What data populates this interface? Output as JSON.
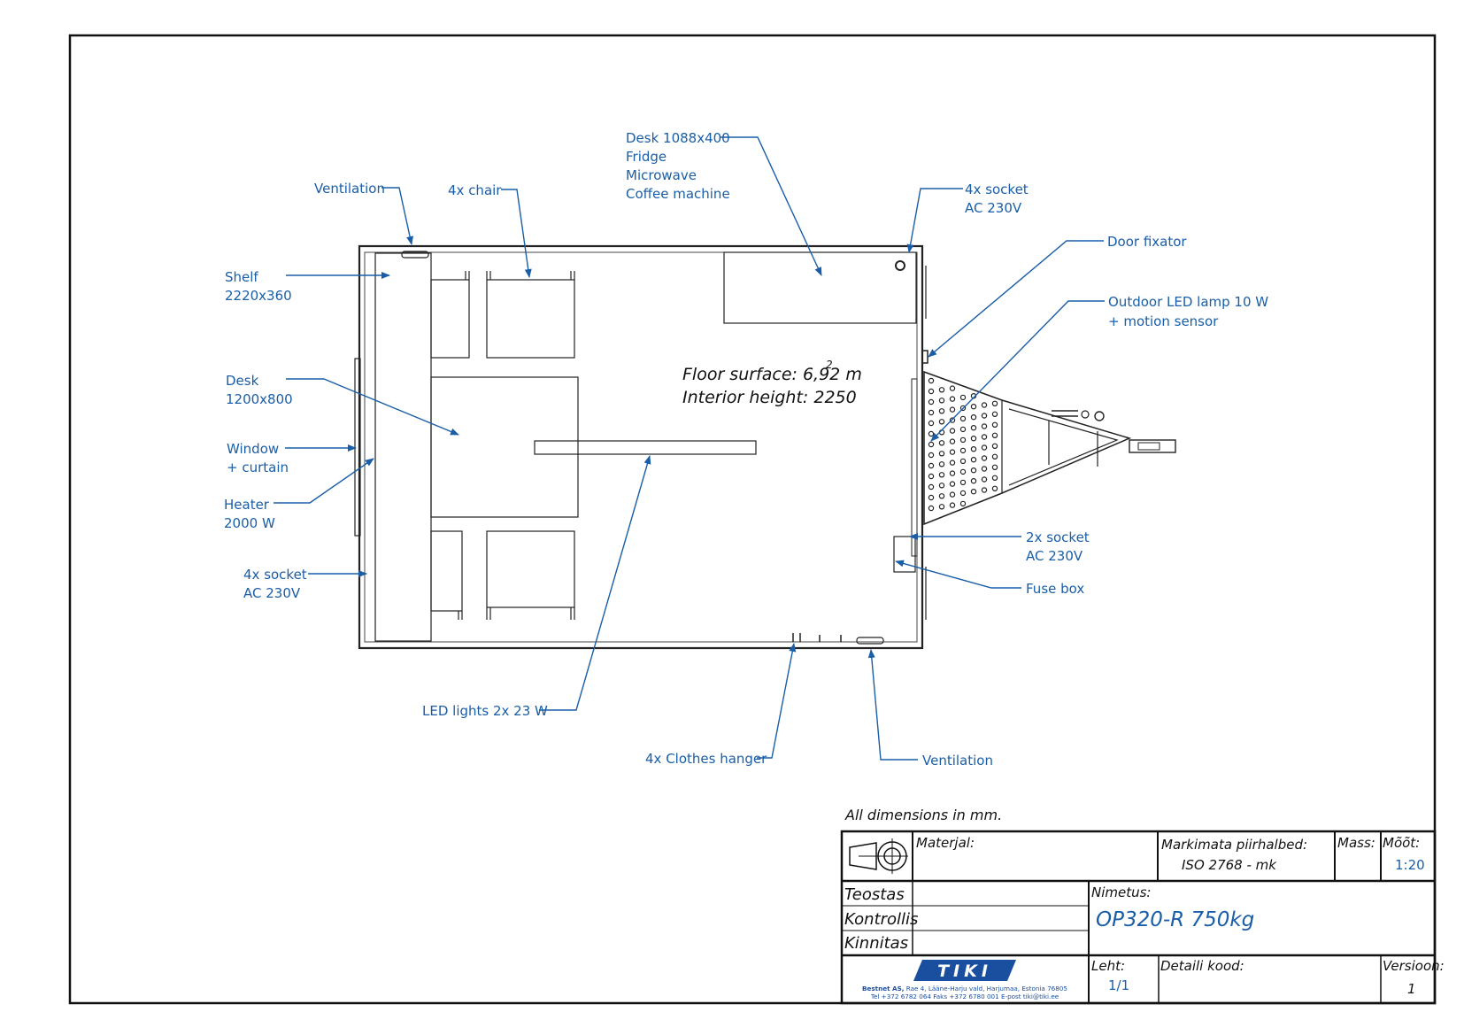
{
  "labels": {
    "ventilation_top": "Ventilation",
    "chair": "4x chair",
    "desk_top": [
      "Desk 1088x400",
      "Fridge",
      "Microwave",
      "Coffee machine"
    ],
    "socket_top": [
      "4x  socket",
      "AC 230V"
    ],
    "door_fixator": "Door fixator",
    "outdoor_lamp": [
      "Outdoor LED lamp 10 W",
      "+ motion sensor"
    ],
    "shelf": [
      "Shelf",
      "2220x360"
    ],
    "desk_left": [
      "Desk",
      "1200x800"
    ],
    "window": [
      "Window",
      "+ curtain"
    ],
    "heater": [
      "Heater",
      "2000 W"
    ],
    "socket_left": [
      "4x  socket",
      "AC 230V"
    ],
    "socket_right": [
      "2x  socket",
      "AC 230V"
    ],
    "fuse_box": "Fuse box",
    "led_lights": "LED lights 2x 23 W",
    "clothes_hanger": "4x Clothes hanger",
    "ventilation_bottom": "Ventilation"
  },
  "floor": {
    "surface_label": "Floor surface: 6,92 m",
    "surface_sup": "2",
    "height_label": "Interior height: 2250"
  },
  "note": "All dimensions in mm.",
  "title_block": {
    "materjal_label": "Materjal:",
    "tolerance_label": "Markimata piirhalbed:",
    "tolerance_value": "ISO 2768 - mk",
    "mass_label": "Mass:",
    "scale_label": "Mõõt:",
    "scale_value": "1:20",
    "teostas": "Teostas",
    "kontrollis": "Kontrollis",
    "kinnitas": "Kinnitas",
    "nimetus_label": "Nimetus:",
    "nimetus_value": "OP320-R 750kg",
    "leht_label": "Leht:",
    "leht_value": "1/1",
    "detail_label": "Detaili kood:",
    "version_label": "Versioon:",
    "version_value": "1",
    "logo_text": "TIKI",
    "company_line1_bold": "Bestnet AS,",
    "company_line1": " Rae 4, Lääne-Harju vald, Harjumaa, Estonia 76805",
    "company_line2": "Tel +372 6782 064   Faks +372 6780 001   E-post tiki@tiki.ee"
  },
  "colors": {
    "annotation": "#1a5ea8",
    "line": "#222222",
    "logo": "#1a4fa0"
  }
}
